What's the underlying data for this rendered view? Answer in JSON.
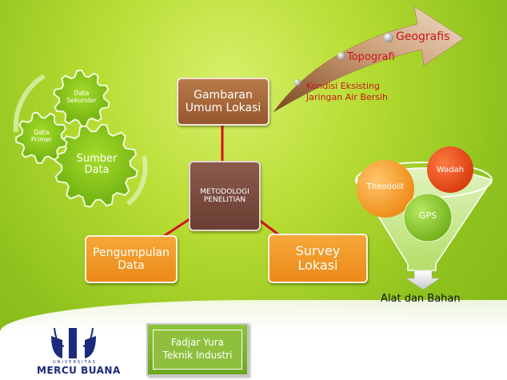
{
  "center": {
    "line1": "METODOLOGI",
    "line2": "PENELITIAN"
  },
  "gambaran": {
    "line1": "Gambaran",
    "line2": "Umum Lokasi"
  },
  "pengumpulan": {
    "line1": "Pengumpulan",
    "line2": "Data"
  },
  "survey": {
    "line1": "Survey",
    "line2": "Lokasi"
  },
  "gears": {
    "main": {
      "line1": "Sumber",
      "line2": "Data"
    },
    "primer": {
      "line1": "Data",
      "line2": "Primer"
    },
    "sekunder": {
      "line1": "Data",
      "line2": "Sekunder"
    }
  },
  "arrow_points": [
    {
      "line1": "Kondisi Eksisting",
      "line2": "Jaringan Air Bersih"
    },
    {
      "line1": "Topografi"
    },
    {
      "line1": "Geografis"
    }
  ],
  "funnel": {
    "circles": [
      "Theodolit",
      "Wadah",
      "GPS"
    ],
    "caption": "Alat dan Bahan"
  },
  "logo": {
    "small": "UNIVERSITAS",
    "big": "MERCU BUANA"
  },
  "author": {
    "line1": "Fadjar Yura",
    "line2": "Teknik Industri"
  },
  "colors": {
    "red": "#c8161b",
    "brown": "#9a5c34",
    "orange": "#ef8f1c",
    "green": "#7cbf1a",
    "navy": "#1b2a7a"
  }
}
